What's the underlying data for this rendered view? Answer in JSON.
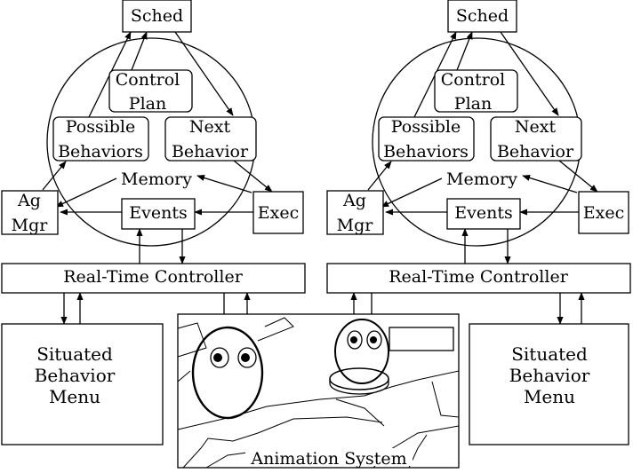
{
  "left_agent": {
    "sched": "Sched",
    "control_plan": [
      "Control",
      "Plan"
    ],
    "possible_behaviors": [
      "Possible",
      "Behaviors"
    ],
    "next_behavior": [
      "Next",
      "Behavior"
    ],
    "memory": "Memory",
    "ag_mgr": [
      "Ag",
      "Mgr"
    ],
    "events": "Events",
    "exec": "Exec",
    "real_time_controller": "Real-Time Controller",
    "situated_behavior_menu": [
      "Situated",
      "Behavior",
      "Menu"
    ]
  },
  "right_agent": {
    "sched": "Sched",
    "control_plan": [
      "Control",
      "Plan"
    ],
    "possible_behaviors": [
      "Possible",
      "Behaviors"
    ],
    "next_behavior": [
      "Next",
      "Behavior"
    ],
    "memory": "Memory",
    "ag_mgr": [
      "Ag",
      "Mgr"
    ],
    "events": "Events",
    "exec": "Exec",
    "real_time_controller": "Real-Time Controller",
    "situated_behavior_menu": [
      "Situated",
      "Behavior",
      "Menu"
    ]
  },
  "animation_system": "Animation System"
}
